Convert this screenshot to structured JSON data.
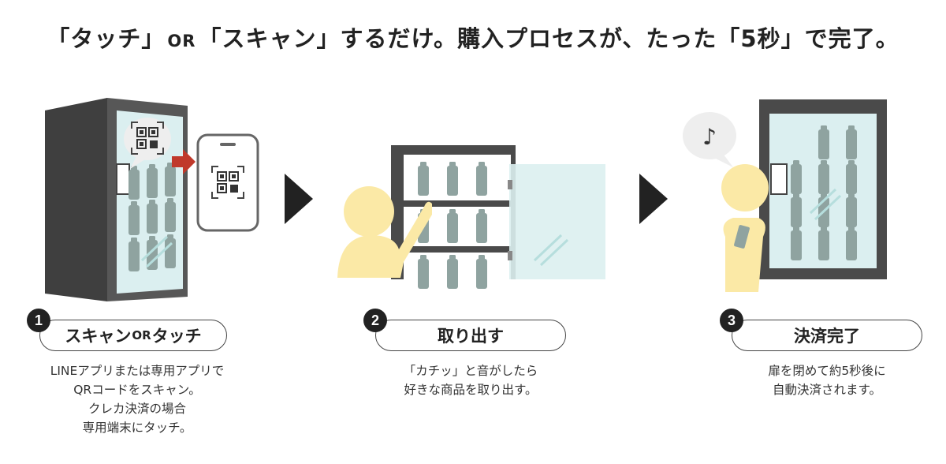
{
  "headline": {
    "part1": "「タッチ」",
    "or": "OR",
    "part2": "「スキャン」するだけ。購入プロセスが、たった「5秒」で完了。"
  },
  "phone": {
    "qr_icon": "qr-code-icon"
  },
  "bubbles": {
    "step1_icon": "qr-code-icon",
    "step3_icon": "music-note-icon",
    "music_note": "♪"
  },
  "colors": {
    "person": "#fbe9a6",
    "machine": "#4a4a4a",
    "glass": "#dbeff0",
    "bottle": "#8fa3a0",
    "arrow": "#c0392b",
    "step_arrow": "#222222"
  },
  "steps": [
    {
      "number": "1",
      "title_a": "スキャン",
      "title_or": "OR",
      "title_b": "タッチ",
      "description": "LINEアプリまたは専用アプリで\nQRコードをスキャン。\nクレカ決済の場合\n専用端末にタッチ。"
    },
    {
      "number": "2",
      "title": "取り出す",
      "description": "「カチッ」と音がしたら\n好きな商品を取り出す。"
    },
    {
      "number": "3",
      "title": "決済完了",
      "description": "扉を閉めて約5秒後に\n自動決済されます。"
    }
  ]
}
